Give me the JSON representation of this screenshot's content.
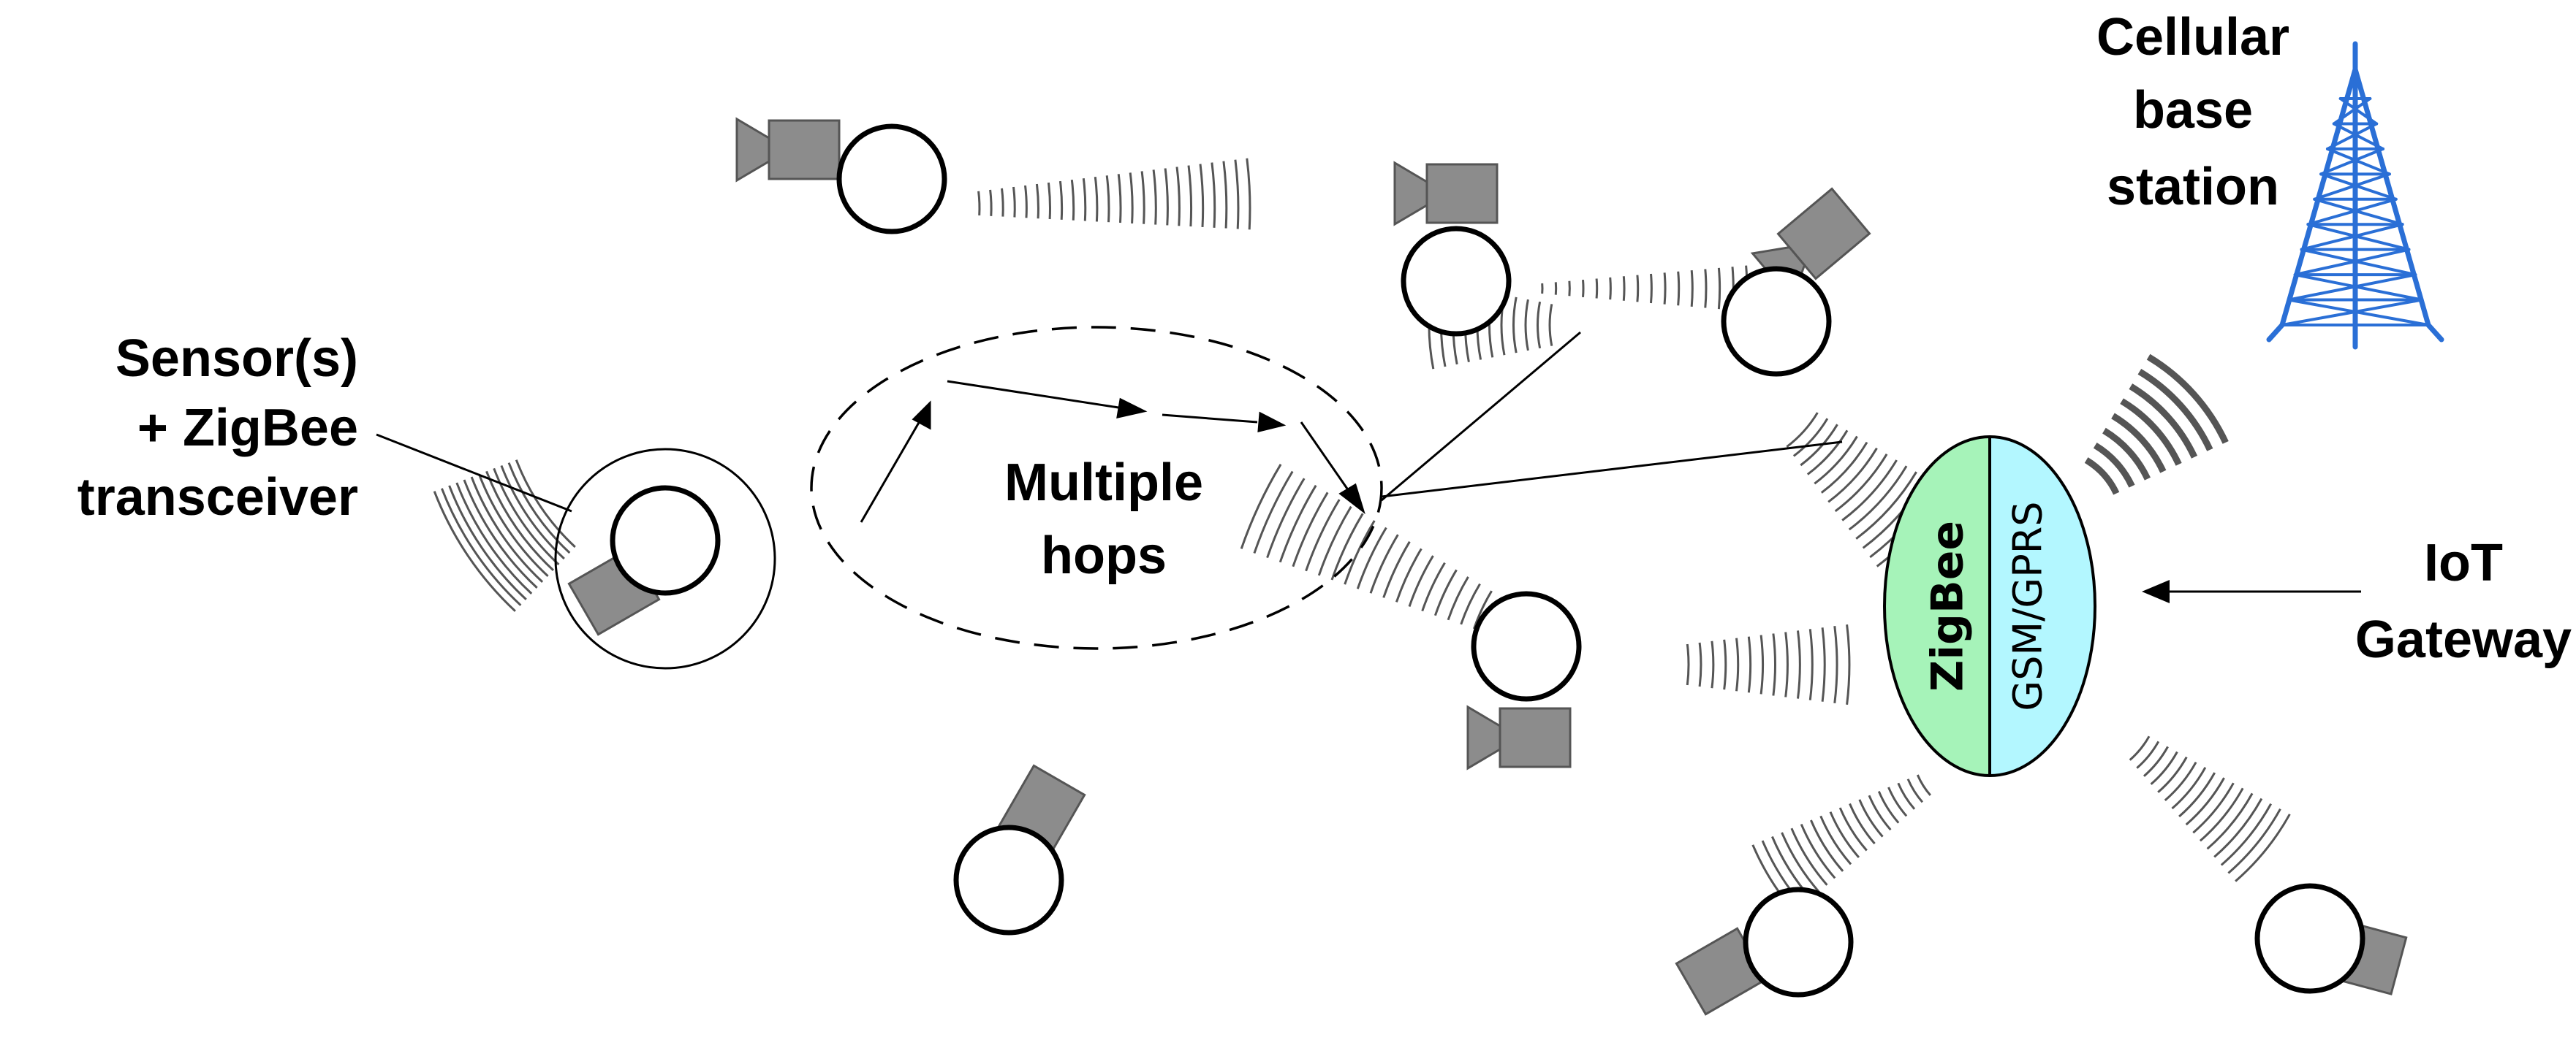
{
  "labels": {
    "sensor_line1": "Sensor(s)",
    "sensor_line2": "+ ZigBee",
    "sensor_line3": "transceiver",
    "hops_line1": "Multiple",
    "hops_line2": "hops",
    "tower_line1": "Cellular",
    "tower_line2": "base",
    "tower_line3": "station",
    "gateway_line1": "IoT",
    "gateway_line2": "Gateway"
  },
  "gateway": {
    "left_module": "ZigBee",
    "right_module": "GSM/GPRS",
    "left_color": "#a6f3b9",
    "right_color": "#b3f7ff"
  },
  "colors": {
    "camera": "#8c8c8c",
    "tower": "#2a6fd6",
    "line": "#000000"
  }
}
